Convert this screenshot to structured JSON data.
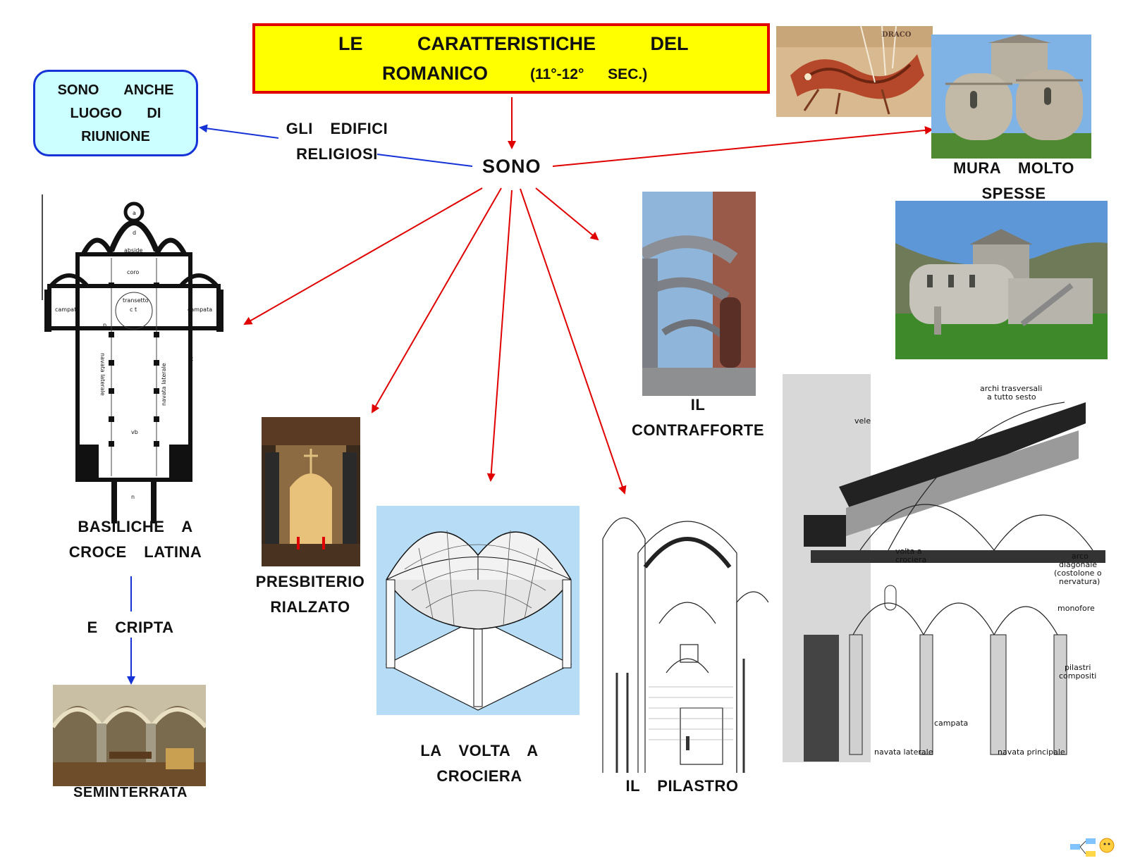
{
  "title": {
    "line1": "LE CARATTERISTICHE DEL",
    "line2": "ROMANICO",
    "period": "(11°-12° SEC.)"
  },
  "center_node": "SONO",
  "blue_node": {
    "lines": [
      "SONO ANCHE",
      "LUOGO DI",
      "RIUNIONE"
    ]
  },
  "connector_label": {
    "lines": [
      "GLI EDIFICI",
      "RELIGIOSI"
    ]
  },
  "nodes": {
    "basiliche": [
      "BASILICHE A",
      "CROCE LATINA"
    ],
    "cripta": "E CRIPTA",
    "seminterrata": "SEMINTERRATA",
    "presbiterio": [
      "PRESBITERIO",
      "RIALZATO"
    ],
    "volta": [
      "LA VOLTA A",
      "CROCIERA"
    ],
    "pilastro": "IL PILASTRO",
    "contrafforte": [
      "IL",
      "CONTRAFFORTE"
    ],
    "mura": [
      "MURA MOLTO",
      "SPESSE"
    ]
  },
  "floorplan_labels": {
    "abside": "abside",
    "coro": "coro",
    "transetto": "transetto",
    "ct": "c t",
    "campata_l": "campata",
    "campata_r": "campata",
    "navata_l": "navata laterale",
    "navata_r": "navata laterale",
    "vb": "vb",
    "n": "n",
    "a": "a",
    "d": "d",
    "p": "p",
    "c": "c"
  },
  "fresco_label": "DRACO",
  "section_drawing_labels": {
    "archi": "archi trasversali",
    "archi2": "a tutto sesto",
    "vele": "vele",
    "volta": "volta a",
    "volta2": "crociera",
    "arco1": "arco",
    "arco2": "diagonale",
    "arco3": "(costolone o",
    "arco4": "nervatura)",
    "monofore": "monofore",
    "pilastri1": "pilastri",
    "pilastri2": "compositi",
    "campata": "campata",
    "navata_lat": "navata laterale",
    "navata_princ": "navata principale"
  },
  "colors": {
    "arrow_red": "#e00000",
    "arrow_blue": "#1533d6",
    "title_bg": "#ffff00",
    "blue_box_bg": "#ccffff",
    "vault_bg": "#b7dcf5"
  }
}
